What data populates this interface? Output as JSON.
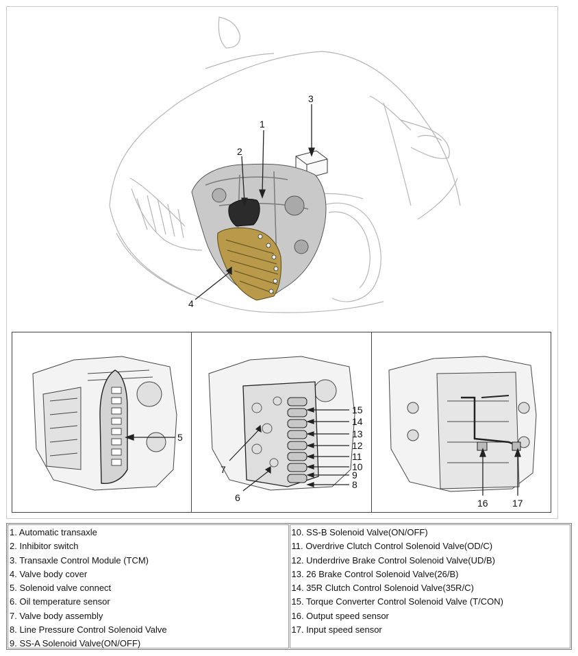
{
  "callouts_main": [
    "1",
    "2",
    "3",
    "4"
  ],
  "callouts_panel1": [
    "5"
  ],
  "callouts_panel2": [
    "15",
    "14",
    "13",
    "12",
    "11",
    "10",
    "9",
    "8",
    "7",
    "6"
  ],
  "callouts_panel3": [
    "16",
    "17"
  ],
  "legend_left": [
    "1. Automatic transaxle",
    "2. Inhibitor switch",
    "3. Transaxle Control Module (TCM)",
    "4. Valve body cover",
    "5. Solenoid valve connect",
    "6. Oil temperature sensor",
    "7. Valve body assembly",
    "8. Line Pressure Control Solenoid Valve",
    "9. SS-A Solenoid Valve(ON/OFF)"
  ],
  "legend_right": [
    "10. SS-B Solenoid Valve(ON/OFF)",
    "11. Overdrive Clutch Control Solenoid Valve(OD/C)",
    "12. Underdrive Brake Control Solenoid Valve(UD/B)",
    "13. 26 Brake Control Solenoid Valve(26/B)",
    "14. 35R Clutch Control Solenoid Valve(35R/C)",
    "15. Torque Converter Control Solenoid Valve (T/CON)",
    "16. Output speed sensor",
    "17. Input speed sensor"
  ],
  "colors": {
    "line": "#222222",
    "car_outline": "#b5b5b5",
    "valve_cover": "#b89a4a",
    "transaxle": "#9a9a9a"
  }
}
